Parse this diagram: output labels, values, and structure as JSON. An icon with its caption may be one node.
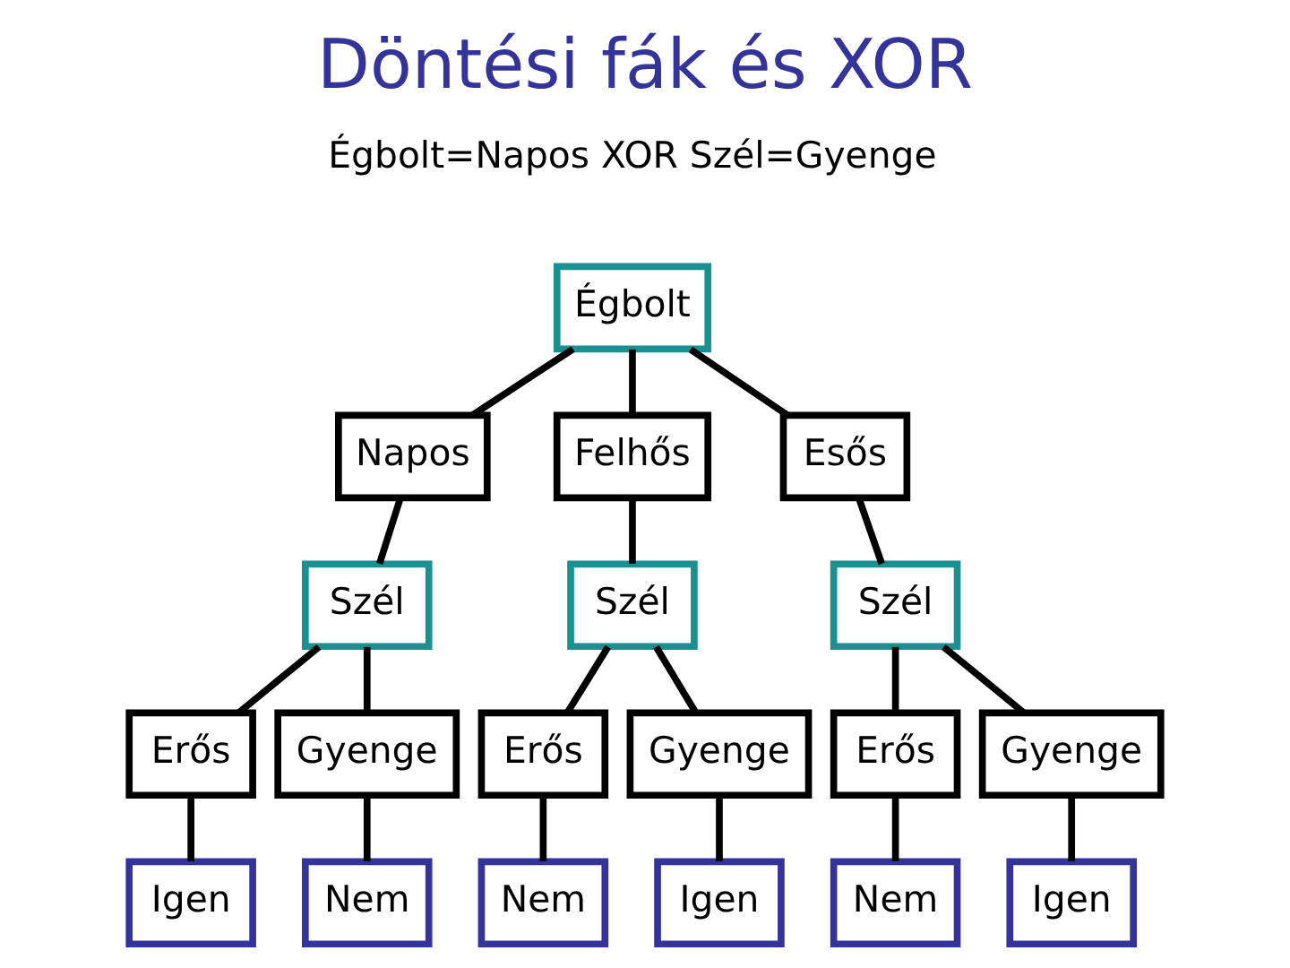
{
  "diagram": {
    "title": "Döntési fák és XOR",
    "nodes": [
      {
        "text": [
          "Égbolt"
        ]
      },
      {
        "text": [
          "Napos"
        ]
      },
      {
        "text": [
          "Felhős"
        ]
      },
      {
        "text": [
          "Esős"
        ]
      },
      {
        "text": [
          "Szél"
        ]
      },
      {
        "text": [
          "Szél"
        ]
      },
      {
        "text": [
          "Szél"
        ]
      },
      {
        "text": [
          "Erős"
        ]
      },
      {
        "text": [
          "Gyenge"
        ]
      },
      {
        "text": [
          "Erős"
        ]
      },
      {
        "text": [
          "Gyenge"
        ]
      },
      {
        "text": [
          "Erős"
        ]
      },
      {
        "text": [
          "Gyenge"
        ]
      },
      {
        "text": [
          "Igen"
        ]
      },
      {
        "text": [
          "Nem"
        ]
      },
      {
        "text": [
          "Nem"
        ]
      },
      {
        "text": [
          "Igen"
        ]
      },
      {
        "text": [
          "Nem"
        ]
      },
      {
        "text": [
          "Igen"
        ]
      }
    ],
    "edges": [
      {
        "from": 0,
        "to": 1,
        "arrow": "none"
      },
      {
        "from": 0,
        "to": 2,
        "arrow": "none"
      },
      {
        "from": 0,
        "to": 3,
        "arrow": "none"
      },
      {
        "from": 1,
        "to": 4,
        "arrow": "none"
      },
      {
        "from": 2,
        "to": 5,
        "arrow": "none"
      },
      {
        "from": 3,
        "to": 6,
        "arrow": "none"
      },
      {
        "from": 4,
        "to": 7,
        "arrow": "none"
      },
      {
        "from": 4,
        "to": 8,
        "arrow": "none"
      },
      {
        "from": 5,
        "to": 9,
        "arrow": "none"
      },
      {
        "from": 5,
        "to": 10,
        "arrow": "none"
      },
      {
        "from": 6,
        "to": 11,
        "arrow": "none"
      },
      {
        "from": 6,
        "to": 12,
        "arrow": "none"
      },
      {
        "from": 7,
        "to": 13,
        "arrow": "none"
      },
      {
        "from": 8,
        "to": 14,
        "arrow": "none"
      },
      {
        "from": 9,
        "to": 15,
        "arrow": "none"
      },
      {
        "from": 10,
        "to": 16,
        "arrow": "none"
      },
      {
        "from": 11,
        "to": 17,
        "arrow": "none"
      },
      {
        "from": 12,
        "to": 18,
        "arrow": "none"
      }
    ],
    "labels": [
      "Égbolt=Napos XOR Szél=Gyenge"
    ]
  }
}
